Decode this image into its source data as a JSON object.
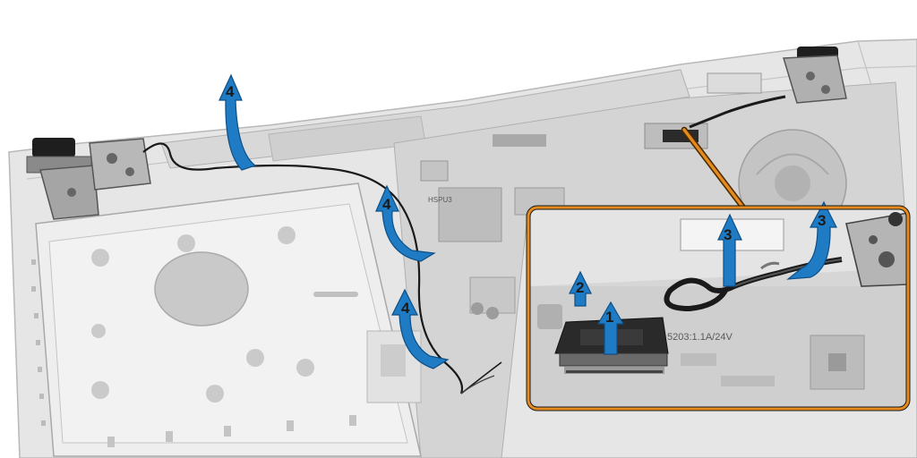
{
  "colors": {
    "arrow": "#1f7bc4",
    "arrow_edge": "#0d4f86",
    "callout_border": "#e58a1f",
    "chassis": "#e4e4e4",
    "chassis_edge": "#bdbdbd",
    "board": "#d2d2d2",
    "cable": "#1a1a1a"
  },
  "steps": [
    {
      "label": "1"
    },
    {
      "label": "2"
    },
    {
      "label": "3"
    },
    {
      "label": "3"
    },
    {
      "label": "4"
    },
    {
      "label": "4"
    },
    {
      "label": "4"
    }
  ],
  "board_labels": {
    "power_rating": "5203:1.1A/24V",
    "port_label": "HSPU3"
  }
}
